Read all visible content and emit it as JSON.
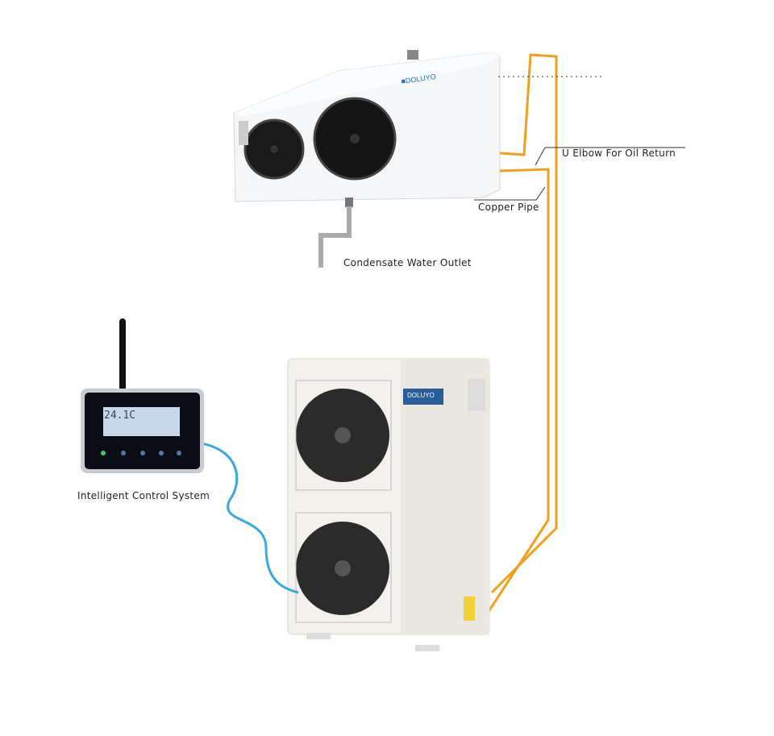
{
  "brand": "DOLUYO",
  "labels": {
    "u_elbow": "U Elbow For Oil Return",
    "copper_pipe": "Copper Pipe",
    "condensate": "Condensate Water Outlet",
    "controller": "Intelligent Control System"
  },
  "controller_display": "24.1C",
  "colors": {
    "pipe": "#f0a020",
    "cable": "#3aa8d8",
    "unit": "#f3f1ec",
    "evaporator": "#f4f6f8"
  }
}
